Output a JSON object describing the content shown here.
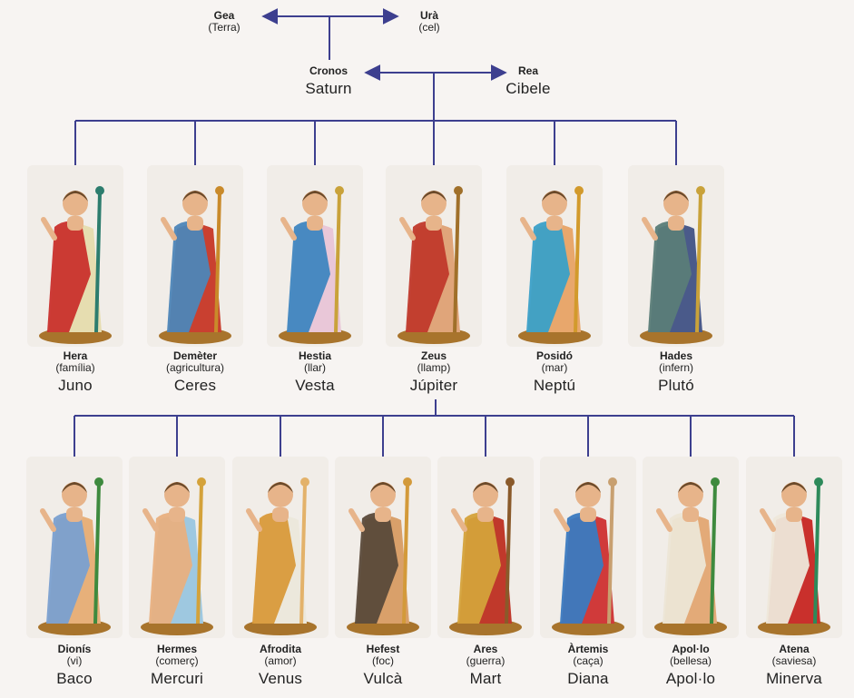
{
  "colors": {
    "line": "#3d3f8f",
    "background": "#f7f4f2"
  },
  "top": {
    "gea": {
      "greek": "Gea",
      "domain": "(Terra)"
    },
    "ura": {
      "greek": "Urà",
      "domain": "(cel)"
    },
    "cronos": {
      "greek": "Cronos",
      "roman": "Saturn"
    },
    "rea": {
      "greek": "Rea",
      "roman": "Cibele"
    }
  },
  "gen2": [
    {
      "greek": "Hera",
      "domain": "(família)",
      "roman": "Juno",
      "palette": {
        "robe": "#c9302c",
        "under": "#e6ddb0",
        "accent": "#2d7d6e"
      }
    },
    {
      "greek": "Demèter",
      "domain": "(agricultura)",
      "roman": "Ceres",
      "palette": {
        "robe": "#4d86b8",
        "under": "#c94030",
        "accent": "#c98a2a"
      }
    },
    {
      "greek": "Hestia",
      "domain": "(llar)",
      "roman": "Vesta",
      "palette": {
        "robe": "#3f86c0",
        "under": "#e9c7d8",
        "accent": "#c9a23a"
      }
    },
    {
      "greek": "Zeus",
      "domain": "(llamp)",
      "roman": "Júpiter",
      "palette": {
        "robe": "#c0392b",
        "under": "#e0a57a",
        "accent": "#a0702a"
      }
    },
    {
      "greek": "Posidó",
      "domain": "(mar)",
      "roman": "Neptú",
      "palette": {
        "robe": "#3aa0c8",
        "under": "#e8a76c",
        "accent": "#d29a2c"
      }
    },
    {
      "greek": "Hades",
      "domain": "(infern)",
      "roman": "Plutó",
      "palette": {
        "robe": "#5a7d78",
        "under": "#4a5a8a",
        "accent": "#c9a23a"
      }
    }
  ],
  "gen3": [
    {
      "greek": "Dionís",
      "domain": "(vi)",
      "roman": "Baco",
      "palette": {
        "robe": "#7aa0d0",
        "under": "#e7b07a",
        "accent": "#3e8a3e"
      }
    },
    {
      "greek": "Hermes",
      "domain": "(comerç)",
      "roman": "Mercuri",
      "palette": {
        "robe": "#e8b080",
        "under": "#9ec8e0",
        "accent": "#d4a23a"
      }
    },
    {
      "greek": "Afrodita",
      "domain": "(amor)",
      "roman": "Venus",
      "palette": {
        "robe": "#d99a3a",
        "under": "#ece8dc",
        "accent": "#e3b26a"
      }
    },
    {
      "greek": "Hefest",
      "domain": "(foc)",
      "roman": "Vulcà",
      "palette": {
        "robe": "#5a4a3a",
        "under": "#d9a06a",
        "accent": "#d39a3a"
      }
    },
    {
      "greek": "Ares",
      "domain": "(guerra)",
      "roman": "Mart",
      "palette": {
        "robe": "#d4a23a",
        "under": "#c0392b",
        "accent": "#8a5a2a"
      }
    },
    {
      "greek": "Àrtemis",
      "domain": "(caça)",
      "roman": "Diana",
      "palette": {
        "robe": "#3a7ac0",
        "under": "#d03a3a",
        "accent": "#c8a070"
      }
    },
    {
      "greek": "Apol·lo",
      "domain": "(bellesa)",
      "roman": "Apol·lo",
      "palette": {
        "robe": "#ece6d6",
        "under": "#e3aa78",
        "accent": "#3e8a3e"
      }
    },
    {
      "greek": "Atena",
      "domain": "(saviesa)",
      "roman": "Minerva",
      "palette": {
        "robe": "#eee8da",
        "under": "#c9302c",
        "accent": "#2d8a5a"
      }
    }
  ]
}
